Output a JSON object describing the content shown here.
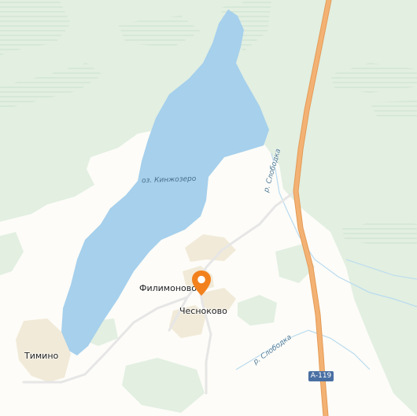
{
  "colors": {
    "land": "#fdfcf8",
    "forest": "#e2efe1",
    "forest_hatch": "#cfe3d2",
    "water": "#a6d0ec",
    "water_line": "#b9dbef",
    "settlement": "#f1ead8",
    "road_minor": "#e6e6e6",
    "highway": "#f3b273",
    "highway_edge": "#e49a56",
    "shield": "#4a6fa3",
    "pin": "#f2811d"
  },
  "labels": {
    "lake": "оз. Кинжозеро",
    "river_north": "р. Слободка",
    "river_south": "р. Слободка",
    "village_filimonovo": "Филимоново",
    "village_chesnokovo": "Чесноково",
    "village_timino": "Тимино"
  },
  "route_shield": "А-119",
  "icons": {
    "pin": "location-pin-icon"
  }
}
